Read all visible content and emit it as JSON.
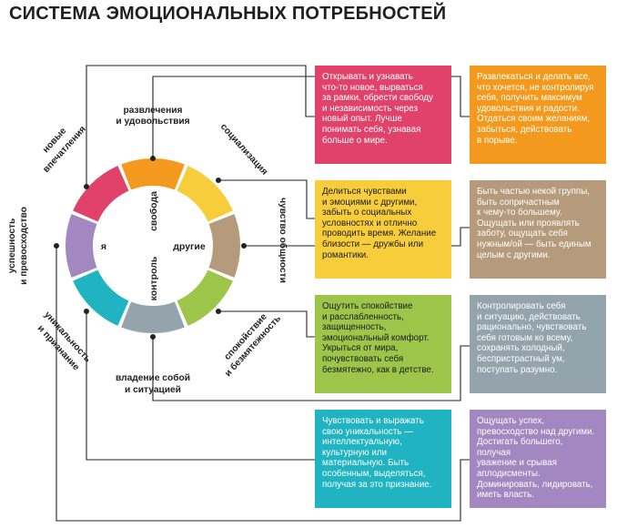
{
  "title": "СИСТЕМА ЭМОЦИОНАЛЬНЫХ ПОТРЕБНОСТЕЙ",
  "colors": {
    "red": "#e0426b",
    "orange": "#f39a1e",
    "yellow": "#f7cd3c",
    "tan": "#b59b7b",
    "green": "#9cc54a",
    "gray": "#93a4ad",
    "teal": "#20b3c2",
    "purple": "#a287c0"
  },
  "wheel": {
    "inner": {
      "ya": "я",
      "svoboda": "свобода",
      "drugie": "другие",
      "kontrol": "контроль"
    },
    "segments": {
      "new_impressions": "новые\nвпечатления",
      "entertainment": "развлечения\nи удовольствия",
      "socialization": "социализация",
      "belonging": "чувство общности",
      "calm": "спокойствие\nи безмятежность",
      "self_control": "владение собой\nи ситуацией",
      "uniqueness": "уникальность\nи признание",
      "success": "успешность\nи превосходство"
    }
  },
  "boxes": {
    "new_impressions": "Открывать и узнавать\nчто-то новое, вырваться\nза рамки, обрести свободу\nи независимость через\nновый опыт. Лучше\nпонимать себя, узнавая\nбольше о мире.",
    "entertainment": "Развлекаться и делать все,\nчто хочется, не контролируя\nсебя, получить максимум\nудовольствия и радости.\nОтдаться своим желаниям,\nзабыться, действовать\nв порыве.",
    "socialization": "Делиться чувствами\nи эмоциями с другими,\nзабыть о социальных\nусловностях и отлично\nпроводить время. Желание\nблизости — дружбы или\nромантики.",
    "belonging": "Быть частью некой группы,\nбыть сопричастным\nк чему-то большему.\nОщущать или проявлять\nзаботу, ощущать себя\nнужным/ой — быть единым\nцелым с другими.",
    "calm": "Ощутить спокойствие\nи расслабленность,\nзащищенность,\nэмоциональный комфорт.\nУкрыться от мира,\nпочувствовать себя\nбезмятежно, как в детстве.",
    "self_control": "Контролировать себя\nи ситуацию, действовать\nрационально, чувствовать\nсебя готовым ко всему,\nсохранять холодный,\nбеспристрастный ум,\nпоступать разумно.",
    "uniqueness": "Чувствовать и выражать\nсвою уникальность —\nинтеллектуальную,\nкультурную или\nматериальную. Быть\nособенным, выделяться,\nполучая за это признание.",
    "success": "Ощущать успех,\nпревосходство над другими.\nДостигать большего, получая\nуважение и срывая\nаплодисменты.\nДоминировать, лидировать,\nиметь власть."
  }
}
